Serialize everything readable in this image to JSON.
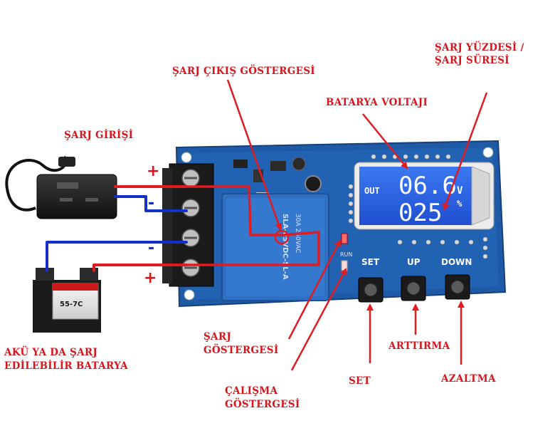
{
  "labels": {
    "charge_output_indicator": "ŞARJ ÇIKIŞ GÖSTERGESİ",
    "charge_percent_time": [
      "ŞARJ YÜZDESİ /",
      "ŞARJ SÜRESİ"
    ],
    "battery_voltage": "BATARYA VOLTAJI",
    "charge_input": "ŞARJ GİRİŞİ",
    "battery": [
      "AKÜ YA DA ŞARJ",
      "EDİLEBİLİR BATARYA"
    ],
    "charge_indicator": [
      "ŞARJ",
      "GÖSTERGESİ"
    ],
    "working_indicator": [
      "ÇALIŞMA",
      "GÖSTERGESİ"
    ],
    "set": "SET",
    "increase": "ARTTIRMA",
    "decrease": "AZALTMA"
  },
  "polarity": {
    "plus": "+",
    "minus": "-"
  },
  "board": {
    "lcd": {
      "out_label": "OUT",
      "voltage_value": "06.6",
      "voltage_unit": "V",
      "percent_value": "025",
      "percent_unit": "%"
    },
    "buttons": {
      "set": "SET",
      "up": "UP",
      "down": "DOWN"
    },
    "relay_text": [
      "SLA-05VDC-SL-A",
      "30A 250VAC"
    ],
    "run_label": "RUN",
    "battery_label": "55-7C"
  },
  "colors": {
    "label_red": "#d8151c",
    "wire_red": "#e01b22",
    "wire_blue": "#1530c8",
    "pcb_blue": "#1f5aa6",
    "relay_blue": "#2f6fc4",
    "lcd_blue": "#2a64e8"
  }
}
